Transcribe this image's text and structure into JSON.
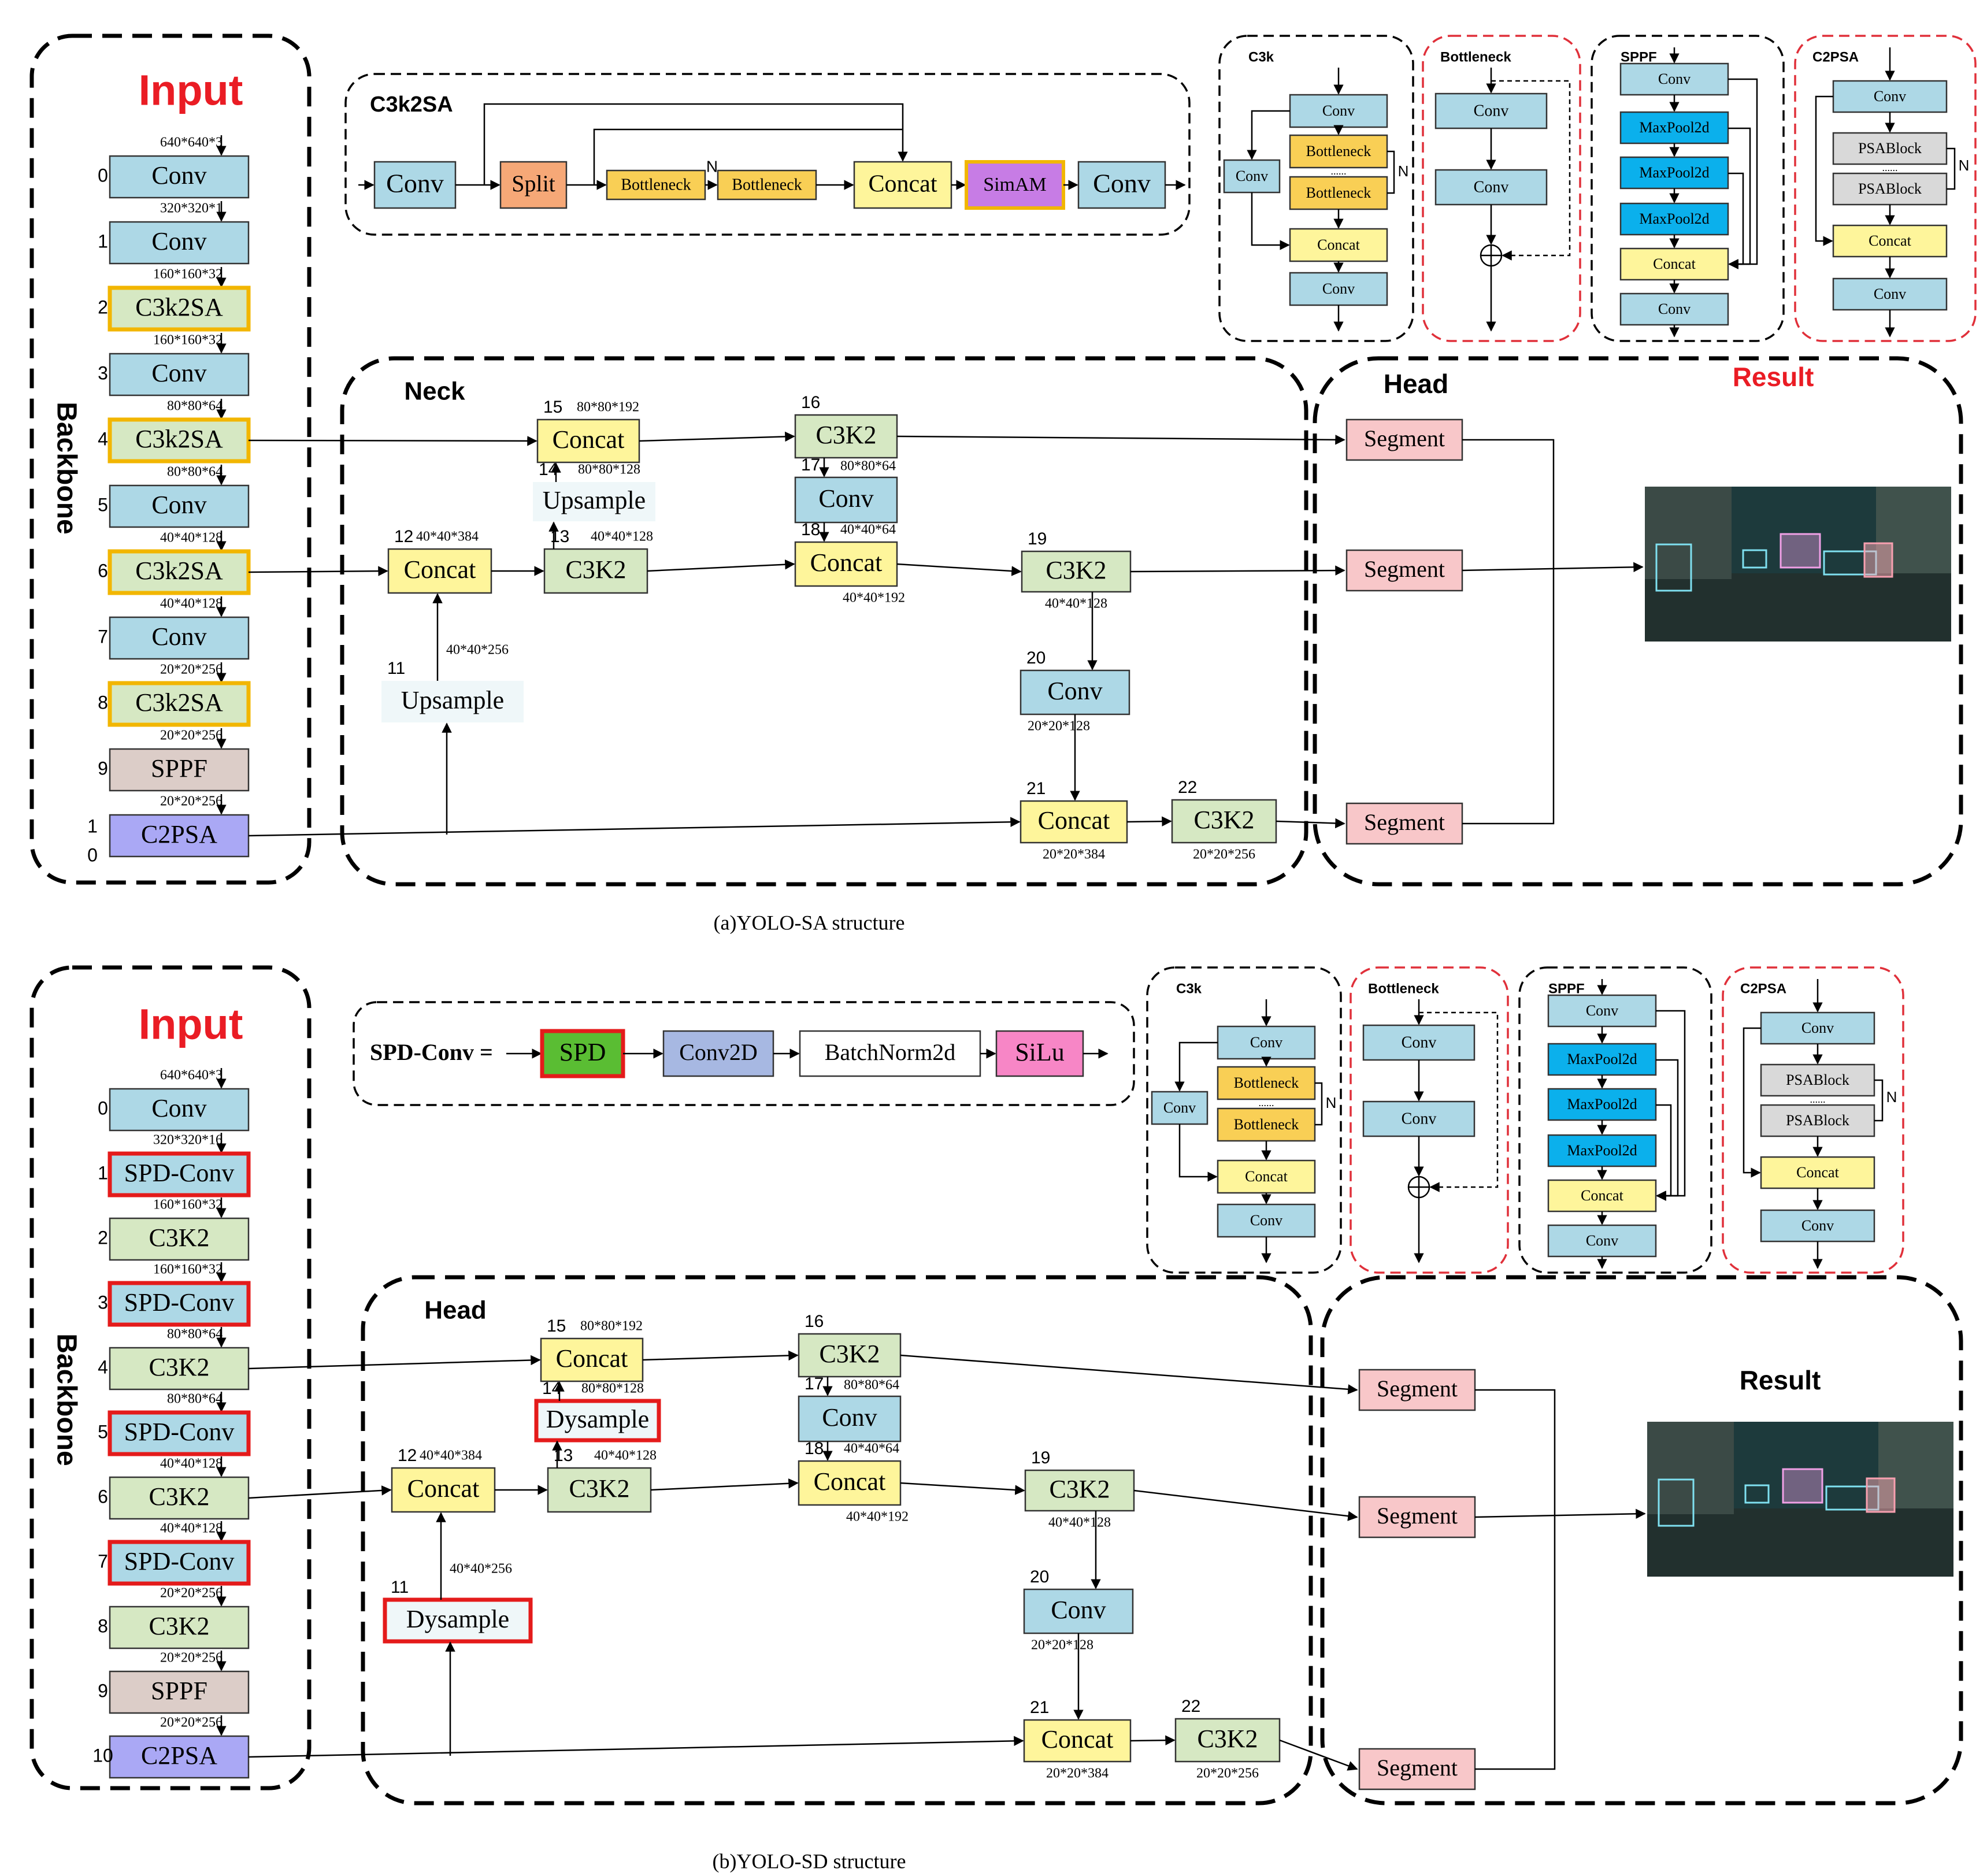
{
  "colors": {
    "conv": "#add8e6",
    "c3k2": "#d6e8c3",
    "concat": "#fef59b",
    "bottleneck": "#f9cf55",
    "split": "#f6a877",
    "simam": "#c77ce5",
    "sppf": "#dccdc8",
    "c2psa": "#aaa8f5",
    "upsample": "#eff7f9",
    "segment": "#f8c7c9",
    "maxpool": "#0bb0ec",
    "psablock": "#d9d9d9",
    "spd": "#5abd33",
    "conv2d": "#a7b8e2",
    "silu": "#f786c6",
    "highlight_orange": "#f2b600",
    "highlight_red": "#e41b1b",
    "title_red": "#ea1c24"
  },
  "parts": [
    {
      "caption": "(a)YOLO-SA  structure",
      "input_title": "Input",
      "backbone_title": "Backbone",
      "neck_title": "Neck",
      "head_title": "Head",
      "result_title": "Result",
      "module": {
        "title": "C3k2SA",
        "items": [
          "Conv",
          "Split",
          "Bottleneck",
          "Bottleneck",
          "Concat",
          "SimAM",
          "Conv"
        ],
        "n_label": "N"
      },
      "backbone": [
        {
          "index": "0",
          "label": "Conv",
          "dim": "640*640*3"
        },
        {
          "index": "1",
          "label": "Conv",
          "dim": "320*320*1"
        },
        {
          "index": "2",
          "label": "C3k2SA",
          "dim": "160*160*32"
        },
        {
          "index": "3",
          "label": "Conv",
          "dim": "160*160*32"
        },
        {
          "index": "4",
          "label": "C3k2SA",
          "dim": "80*80*64"
        },
        {
          "index": "5",
          "label": "Conv",
          "dim": "80*80*64"
        },
        {
          "index": "6",
          "label": "C3k2SA",
          "dim": "40*40*128"
        },
        {
          "index": "7",
          "label": "Conv",
          "dim": "40*40*128"
        },
        {
          "index": "8",
          "label": "C3k2SA",
          "dim": "20*20*256"
        },
        {
          "index": "9",
          "label": "SPPF",
          "dim": "20*20*256"
        },
        {
          "index": "1\n0",
          "label": "C2PSA",
          "dim": "20*20*256"
        }
      ],
      "neck": [
        {
          "index": "11",
          "label": "Upsample",
          "dim": "40*40*256"
        },
        {
          "index": "12",
          "label": "Concat",
          "dim": "40*40*384"
        },
        {
          "index": "13",
          "label": "C3K2",
          "dim": "40*40*128"
        },
        {
          "index": "14",
          "label": "Upsample",
          "dim": "80*80*128"
        },
        {
          "index": "15",
          "label": "Concat",
          "dim": "80*80*192"
        },
        {
          "index": "16",
          "label": "C3K2",
          "dim": ""
        },
        {
          "index": "17",
          "label": "Conv",
          "dim": "80*80*64"
        },
        {
          "index": "18",
          "label": "Concat",
          "dim": "40*40*64"
        },
        {
          "index": "19",
          "label": "C3K2",
          "dim": "40*40*128"
        },
        {
          "index": "20",
          "label": "Conv",
          "dim": "20*20*128"
        },
        {
          "index": "21",
          "label": "Concat",
          "dim": "20*20*384"
        },
        {
          "index": "22",
          "label": "C3K2",
          "dim": "20*20*256"
        }
      ],
      "extra_dim": "40*40*192",
      "segments": [
        "Segment",
        "Segment",
        "Segment"
      ],
      "insets": {
        "c3k": {
          "title": "C3k",
          "items": [
            "Conv",
            "Conv",
            "Bottleneck",
            "......",
            "Bottleneck",
            "Concat",
            "Conv"
          ],
          "n_label": "N"
        },
        "bottleneck": {
          "title": "Bottleneck",
          "items": [
            "Conv",
            "Conv"
          ]
        },
        "sppf": {
          "title": "SPPF",
          "items": [
            "Conv",
            "MaxPool2d",
            "MaxPool2d",
            "MaxPool2d",
            "Concat",
            "Conv"
          ]
        },
        "c2psa": {
          "title": "C2PSA",
          "items": [
            "Conv",
            "PSABlock",
            "......",
            "PSABlock",
            "Concat",
            "Conv"
          ],
          "n_label": "N"
        }
      }
    },
    {
      "caption": "(b)YOLO-SD  structure",
      "input_title": "Input",
      "backbone_title": "Backbone",
      "neck_title": "Head",
      "head_title": "",
      "result_title": "Result",
      "module": {
        "title": "SPD-Conv =",
        "items": [
          "SPD",
          "Conv2D",
          "BatchNorm2d",
          "SiLu"
        ]
      },
      "backbone": [
        {
          "index": "0",
          "label": "Conv",
          "dim": "640*640*3"
        },
        {
          "index": "1",
          "label": "SPD-Conv",
          "dim": "320*320*16"
        },
        {
          "index": "2",
          "label": "C3K2",
          "dim": "160*160*32"
        },
        {
          "index": "3",
          "label": "SPD-Conv",
          "dim": "160*160*32"
        },
        {
          "index": "4",
          "label": "C3K2",
          "dim": "80*80*64"
        },
        {
          "index": "5",
          "label": "SPD-Conv",
          "dim": "80*80*64"
        },
        {
          "index": "6",
          "label": "C3K2",
          "dim": "40*40*128"
        },
        {
          "index": "7",
          "label": "SPD-Conv",
          "dim": "40*40*128"
        },
        {
          "index": "8",
          "label": "C3K2",
          "dim": "20*20*256"
        },
        {
          "index": "9",
          "label": "SPPF",
          "dim": "20*20*256"
        },
        {
          "index": "10",
          "label": "C2PSA",
          "dim": "20*20*256"
        }
      ],
      "neck": [
        {
          "index": "11",
          "label": "Dysample",
          "dim": "40*40*256"
        },
        {
          "index": "12",
          "label": "Concat",
          "dim": "40*40*384"
        },
        {
          "index": "13",
          "label": "C3K2",
          "dim": "40*40*128"
        },
        {
          "index": "14",
          "label": "Dysample",
          "dim": "80*80*128"
        },
        {
          "index": "15",
          "label": "Concat",
          "dim": "80*80*192"
        },
        {
          "index": "16",
          "label": "C3K2",
          "dim": ""
        },
        {
          "index": "17",
          "label": "Conv",
          "dim": "80*80*64"
        },
        {
          "index": "18",
          "label": "Concat",
          "dim": "40*40*64"
        },
        {
          "index": "19",
          "label": "C3K2",
          "dim": "40*40*128"
        },
        {
          "index": "20",
          "label": "Conv",
          "dim": "20*20*128"
        },
        {
          "index": "21",
          "label": "Concat",
          "dim": "20*20*384"
        },
        {
          "index": "22",
          "label": "C3K2",
          "dim": "20*20*256"
        }
      ],
      "extra_dim": "40*40*192",
      "segments": [
        "Segment",
        "Segment",
        "Segment"
      ],
      "insets": {
        "c3k": {
          "title": "C3k",
          "items": [
            "Conv",
            "Conv",
            "Bottleneck",
            "......",
            "Bottleneck",
            "Concat",
            "Conv"
          ],
          "n_label": "N"
        },
        "bottleneck": {
          "title": "Bottleneck",
          "items": [
            "Conv",
            "Conv"
          ]
        },
        "sppf": {
          "title": "SPPF",
          "items": [
            "Conv",
            "MaxPool2d",
            "MaxPool2d",
            "MaxPool2d",
            "Concat",
            "Conv"
          ]
        },
        "c2psa": {
          "title": "C2PSA",
          "items": [
            "Conv",
            "PSABlock",
            "......",
            "PSABlock",
            "Concat",
            "Conv"
          ],
          "n_label": "N"
        }
      }
    }
  ]
}
